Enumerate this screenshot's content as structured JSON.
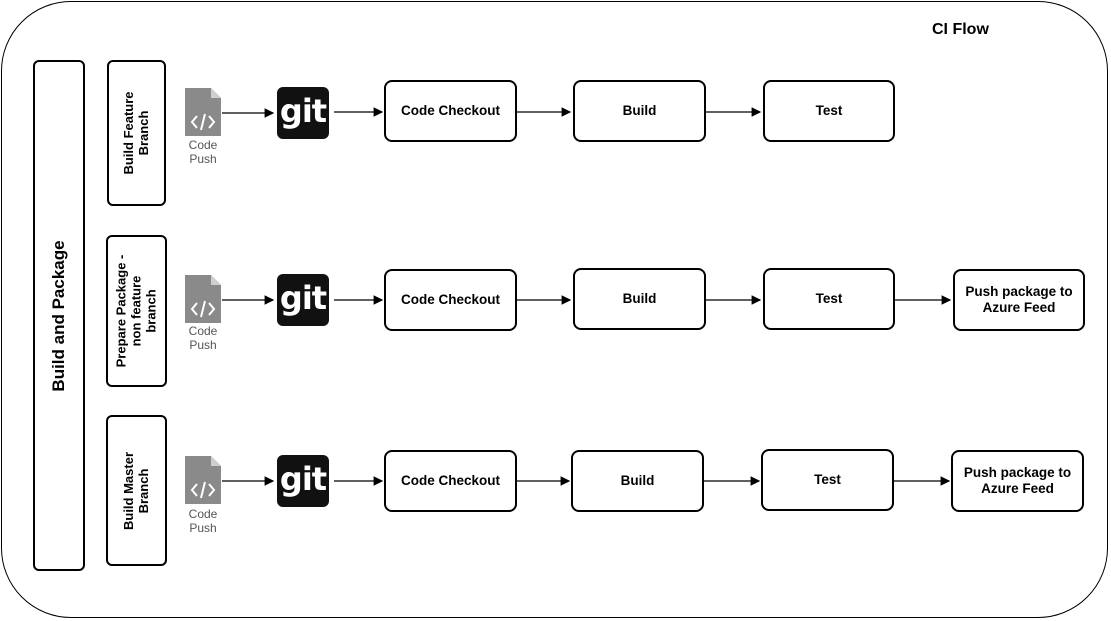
{
  "diagram": {
    "title": "CI Flow",
    "section_label": "Build and Package",
    "rows": [
      {
        "label": "Build Feature Branch",
        "label_lines": [
          "Build Feature",
          "Branch"
        ],
        "trigger": {
          "caption_lines": [
            "Code",
            "Push"
          ],
          "icon": "code-file-icon"
        },
        "repo": {
          "text": "git",
          "icon": "git-logo-icon"
        },
        "steps": [
          {
            "lines": [
              "Code Checkout"
            ]
          },
          {
            "lines": [
              "Build"
            ]
          },
          {
            "lines": [
              "Test"
            ]
          }
        ]
      },
      {
        "label": "Prepare Package - non feature branch",
        "label_lines": [
          "Prepare Package -",
          "non feature",
          "branch"
        ],
        "trigger": {
          "caption_lines": [
            "Code",
            "Push"
          ],
          "icon": "code-file-icon"
        },
        "repo": {
          "text": "git",
          "icon": "git-logo-icon"
        },
        "steps": [
          {
            "lines": [
              "Code Checkout"
            ]
          },
          {
            "lines": [
              "Build"
            ]
          },
          {
            "lines": [
              "Test"
            ]
          },
          {
            "lines": [
              "Push package to",
              "Azure Feed"
            ]
          }
        ]
      },
      {
        "label": "Build Master Branch",
        "label_lines": [
          "Build Master",
          "Branch"
        ],
        "trigger": {
          "caption_lines": [
            "Code",
            "Push"
          ],
          "icon": "code-file-icon"
        },
        "repo": {
          "text": "git",
          "icon": "git-logo-icon"
        },
        "steps": [
          {
            "lines": [
              "Code Checkout"
            ]
          },
          {
            "lines": [
              "Build"
            ]
          },
          {
            "lines": [
              "Test"
            ]
          },
          {
            "lines": [
              "Push package to",
              "Azure Feed"
            ]
          }
        ]
      }
    ]
  }
}
